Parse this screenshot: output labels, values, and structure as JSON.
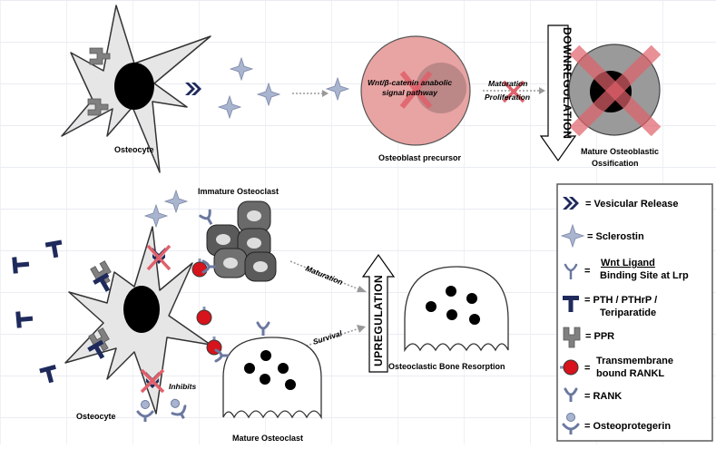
{
  "labels": {
    "osteocyte_top": "Osteocyte",
    "osteoblast_precursor": "Osteoblast precursor",
    "wnt_pathway_l1": "Wnt/β-catenin anabolic",
    "wnt_pathway_l2": "signal pathway",
    "maturation_top": "Maturation",
    "proliferation": "Proliferation",
    "downregulation": "DOWNREGULATION",
    "mature_osteoblastic_l1": "Mature Osteoblastic",
    "mature_osteoblastic_l2": "Ossification",
    "immature_osteoclast": "Immature Osteoclast",
    "maturation_bottom": "Maturation",
    "survival": "Survival",
    "upregulation": "UPREGULATION",
    "osteoclastic_resorption": "Osteoclastic Bone Resorption",
    "inhibits": "Inhibits",
    "osteocyte_bottom": "Osteocyte",
    "mature_osteoclast": "Mature Osteoclast"
  },
  "legend": {
    "vesicular_release": "= Vesicular Release",
    "sclerostin": "= Sclerostin",
    "wnt_l1": "Wnt Ligand",
    "wnt_l2": "Binding Site at Lrp",
    "wnt_eq": "=",
    "pth_l1": "= PTH / PTHrP /",
    "pth_l2": "Teriparatide",
    "ppr": "= PPR",
    "rankl_l1": "Transmembrane",
    "rankl_l2": "bound RANKL",
    "rankl_eq": "=",
    "rank": "= RANK",
    "opg": "= Osteoprotegerin"
  },
  "colors": {
    "navy": "#1f2a5c",
    "sclerostin": "#a9b4cf",
    "ppr": "#808080",
    "rankl": "#d7131b",
    "red_x": "#e0606a",
    "cell_fill": "#e6e6e6",
    "precursor": "#e8a3a3"
  }
}
